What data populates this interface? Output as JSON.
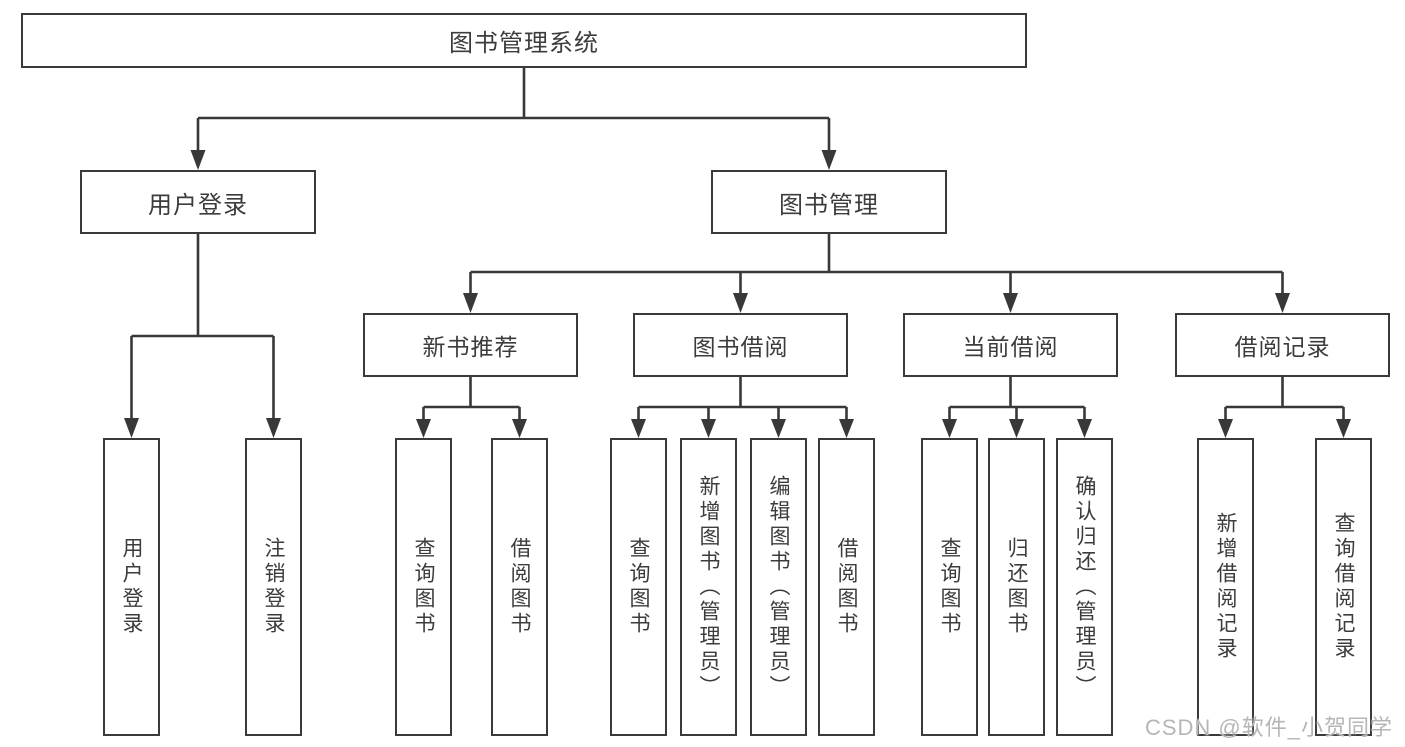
{
  "tree": {
    "root": {
      "label": "图书管理系统",
      "children": [
        {
          "label": "用户登录",
          "children": [
            {
              "label": "用户登录"
            },
            {
              "label": "注销登录"
            }
          ]
        },
        {
          "label": "图书管理",
          "children": [
            {
              "label": "新书推荐",
              "children": [
                {
                  "label": "查询图书"
                },
                {
                  "label": "借阅图书"
                }
              ]
            },
            {
              "label": "图书借阅",
              "children": [
                {
                  "label": "查询图书"
                },
                {
                  "label": "新增图书（管理员）"
                },
                {
                  "label": "编辑图书（管理员）"
                },
                {
                  "label": "借阅图书"
                }
              ]
            },
            {
              "label": "当前借阅",
              "children": [
                {
                  "label": "查询图书"
                },
                {
                  "label": "归还图书"
                },
                {
                  "label": "确认归还（管理员）"
                }
              ]
            },
            {
              "label": "借阅记录",
              "children": [
                {
                  "label": "新增借阅记录"
                },
                {
                  "label": "查询借阅记录"
                }
              ]
            }
          ]
        }
      ]
    }
  },
  "watermark": {
    "text": "CSDN @软件_小贺同学"
  },
  "palette": {
    "line": "#383838",
    "text": "#3c3c3c",
    "background": "#ffffff",
    "watermark": "#b5b6b8"
  }
}
